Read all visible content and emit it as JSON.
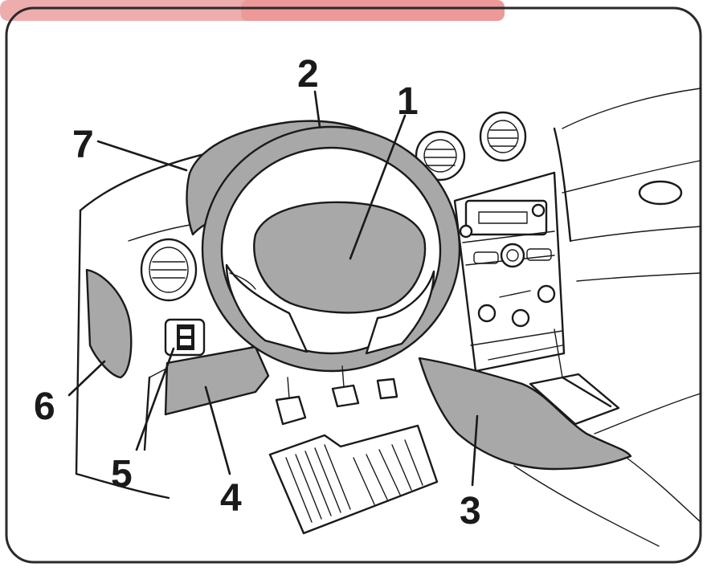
{
  "figure": {
    "callouts": [
      {
        "id": "1",
        "label": "1"
      },
      {
        "id": "2",
        "label": "2"
      },
      {
        "id": "3",
        "label": "3"
      },
      {
        "id": "4",
        "label": "4"
      },
      {
        "id": "5",
        "label": "5"
      },
      {
        "id": "6",
        "label": "6"
      },
      {
        "id": "7",
        "label": "7"
      }
    ],
    "colors": {
      "highlight_fill": "#a8a8a8",
      "line": "#1a1a1a",
      "background": "#ffffff",
      "banner": "#e06a6a"
    }
  }
}
